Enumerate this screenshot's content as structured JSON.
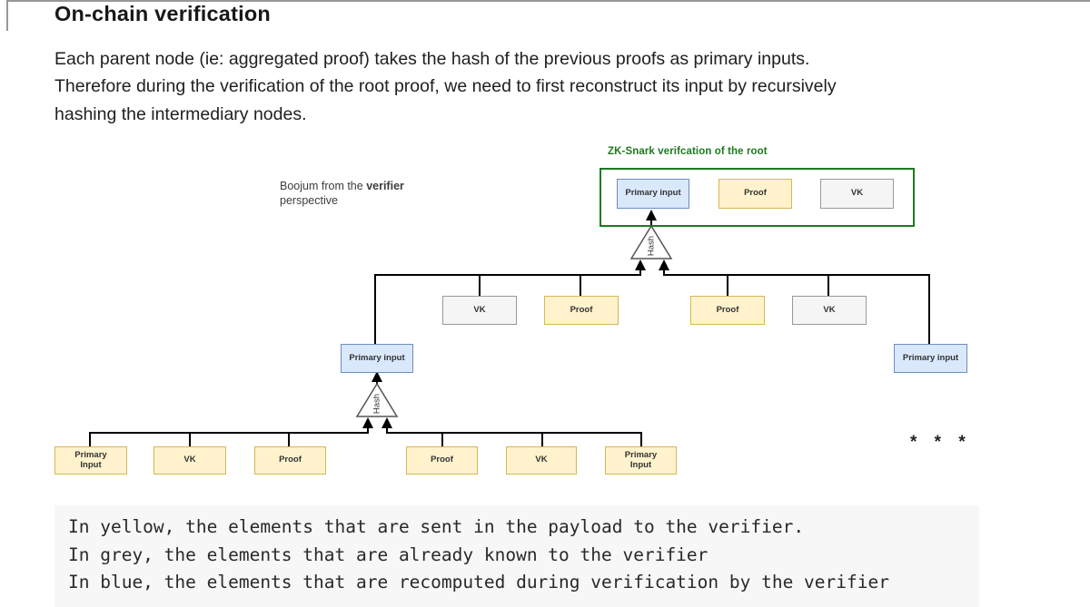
{
  "page": {
    "heading": "On-chain verification",
    "paragraph_lines": [
      "Each parent node (ie: aggregated proof) takes the hash of the previous proofs as primary inputs.",
      "Therefore during the verification of the root proof, we need to first reconstruct its input by recursively",
      "hashing the intermediary nodes."
    ]
  },
  "diagram": {
    "side_label": {
      "prefix": "Boojum from the ",
      "bold": "verifier",
      "line2": "perspective"
    },
    "root_group": {
      "title": "ZK-Snark verifcation of the root",
      "boxes": [
        {
          "label": "Primary input",
          "color": "blue"
        },
        {
          "label": "Proof",
          "color": "yellow"
        },
        {
          "label": "VK",
          "color": "grey"
        }
      ]
    },
    "hash_label": "Hash",
    "mid_row": [
      {
        "label": "VK",
        "color": "grey"
      },
      {
        "label": "Proof",
        "color": "yellow"
      },
      {
        "label": "Proof",
        "color": "yellow"
      },
      {
        "label": "VK",
        "color": "grey"
      }
    ],
    "left_primary": "Primary input",
    "right_primary": "Primary input",
    "bottom_row": [
      {
        "label": "Primary Input",
        "color": "yellow"
      },
      {
        "label": "VK",
        "color": "yellow"
      },
      {
        "label": "Proof",
        "color": "yellow"
      },
      {
        "label": "Proof",
        "color": "yellow"
      },
      {
        "label": "VK",
        "color": "yellow"
      },
      {
        "label": "Primary Input",
        "color": "yellow"
      }
    ],
    "ellipsis": "* * *",
    "colors": {
      "yellow_fill": "#fff2cc",
      "yellow_stroke": "#d6b656",
      "grey_fill": "#f5f5f5",
      "grey_stroke": "#999999",
      "blue_fill": "#dae8fc",
      "blue_stroke": "#6c8ebf",
      "green": "#1c7a1c",
      "connector": "#000000"
    }
  },
  "code_block": {
    "lines": [
      "In yellow, the elements that are sent in the payload to the verifier.",
      "In grey, the elements that are already known to the verifier",
      "In blue, the elements that are recomputed during verification by the verifier"
    ]
  }
}
